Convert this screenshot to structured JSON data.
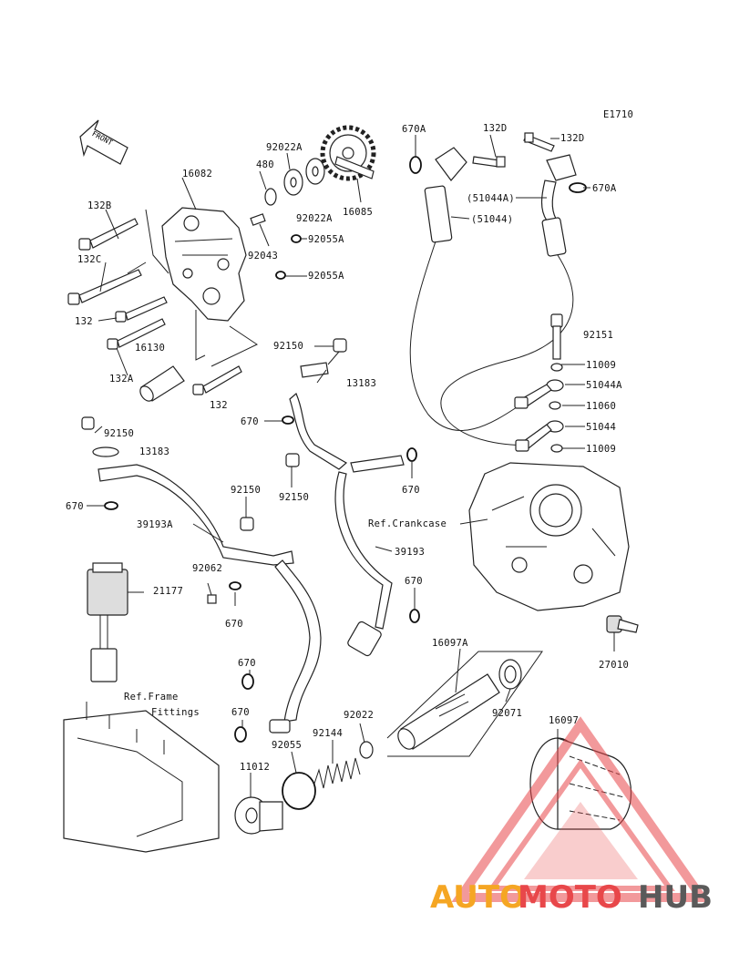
{
  "diagram_id": "E1710",
  "front_arrow": "FRONT",
  "labels": {
    "l16082": "16082",
    "l132B": "132B",
    "l132C": "132C",
    "l132_a": "132",
    "l132A": "132A",
    "l16130": "16130",
    "l132_b": "132",
    "l480": "480",
    "l92022A_a": "92022A",
    "l92022A_b": "92022A",
    "l92043": "92043",
    "l92055A_a": "92055A",
    "l92055A_b": "92055A",
    "l16085": "16085",
    "l670A_a": "670A",
    "l132D_a": "132D",
    "l132D_b": "132D",
    "l51044A_p": "(51044A)",
    "l51044_p": "(51044)",
    "l670A_b": "670A",
    "l92150_a": "92150",
    "l13183_a": "13183",
    "l670_a": "670",
    "l92150_b": "92150",
    "l670_b": "670",
    "l92151": "92151",
    "l11009_a": "11009",
    "l51044A": "51044A",
    "l11060": "11060",
    "l51044": "51044",
    "l11009_b": "11009",
    "l92150_c": "92150",
    "l13183_b": "13183",
    "l670_c": "670",
    "l92150_d": "92150",
    "l39193A": "39193A",
    "l_refcrank": "Ref.Crankcase",
    "l39193": "39193",
    "l670_d": "670",
    "l92062": "92062",
    "l21177": "21177",
    "l670_e": "670",
    "l16097A": "16097A",
    "l27010": "27010",
    "l670_f": "670",
    "l_refframe": "Ref.Frame",
    "l_fittings": "Fittings",
    "l92071": "92071",
    "l670_g": "670",
    "l92022": "92022",
    "l16097": "16097",
    "l92144": "92144",
    "l92055": "92055",
    "l11012": "11012"
  },
  "watermark": {
    "part1": "AUTO",
    "part2": "MOTO",
    "part3": "HUB",
    "color_orange": "#f5a623",
    "color_red": "#e8474a",
    "color_gray": "#5a5a5a"
  }
}
